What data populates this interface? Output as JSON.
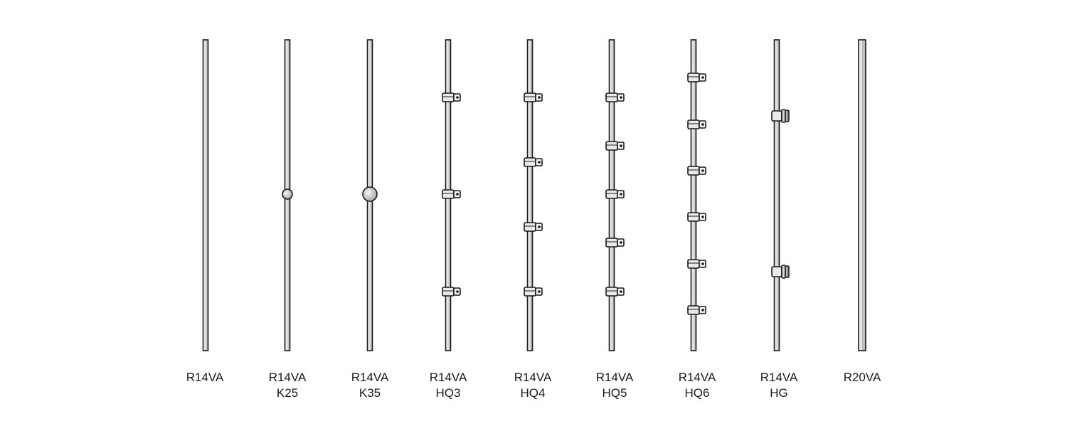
{
  "rods": [
    {
      "id": "r14va",
      "line1": "R14VA",
      "line2": "",
      "attachment": "none",
      "rod": "standard"
    },
    {
      "id": "r14va-k25",
      "line1": "R14VA",
      "line2": "K25",
      "attachment": "ball-small"
    },
    {
      "id": "r14va-k35",
      "line1": "R14VA",
      "line2": "K35",
      "attachment": "ball-large"
    },
    {
      "id": "r14va-hq3",
      "line1": "R14VA",
      "line2": "HQ3",
      "attachment": "clamps",
      "count": 3
    },
    {
      "id": "r14va-hq4",
      "line1": "R14VA",
      "line2": "HQ4",
      "attachment": "clamps",
      "count": 4
    },
    {
      "id": "r14va-hq5",
      "line1": "R14VA",
      "line2": "HQ5",
      "attachment": "clamps",
      "count": 5
    },
    {
      "id": "r14va-hq6",
      "line1": "R14VA",
      "line2": "HQ6",
      "attachment": "clamps",
      "count": 6
    },
    {
      "id": "r14va-hg",
      "line1": "R14VA",
      "line2": "HG",
      "attachment": "holders",
      "count": 2
    },
    {
      "id": "r20va",
      "line1": "R20VA",
      "line2": "",
      "attachment": "none",
      "rod": "thick"
    }
  ],
  "colors": {
    "outline": "#1a1a1a",
    "rod_fill": "#e6e6e6",
    "rod_shade": "#b8b8b8",
    "ball_fill": "#d4d4d4"
  }
}
